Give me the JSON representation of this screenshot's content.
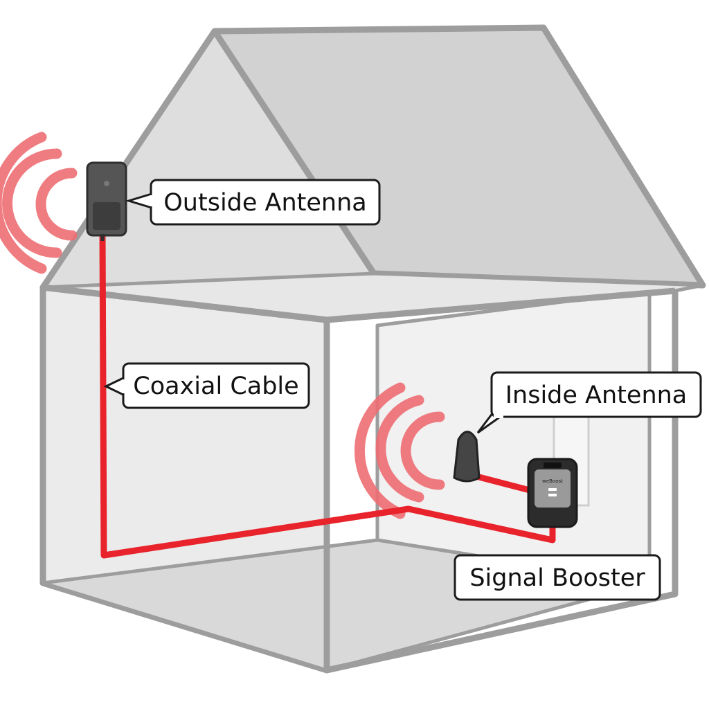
{
  "labels": {
    "outside_antenna": "Outside Antenna",
    "coaxial_cable": "Coaxial Cable",
    "inside_antenna": "Inside Antenna",
    "signal_booster": "Signal Booster"
  },
  "booster_brand": "weBoost",
  "colors": {
    "cable": "#e8232b",
    "signal_waves": "#ee6e73",
    "house_outline": "#9a9a9a",
    "house_fill": "#e4e4e4",
    "device": "#4a4a4a"
  }
}
